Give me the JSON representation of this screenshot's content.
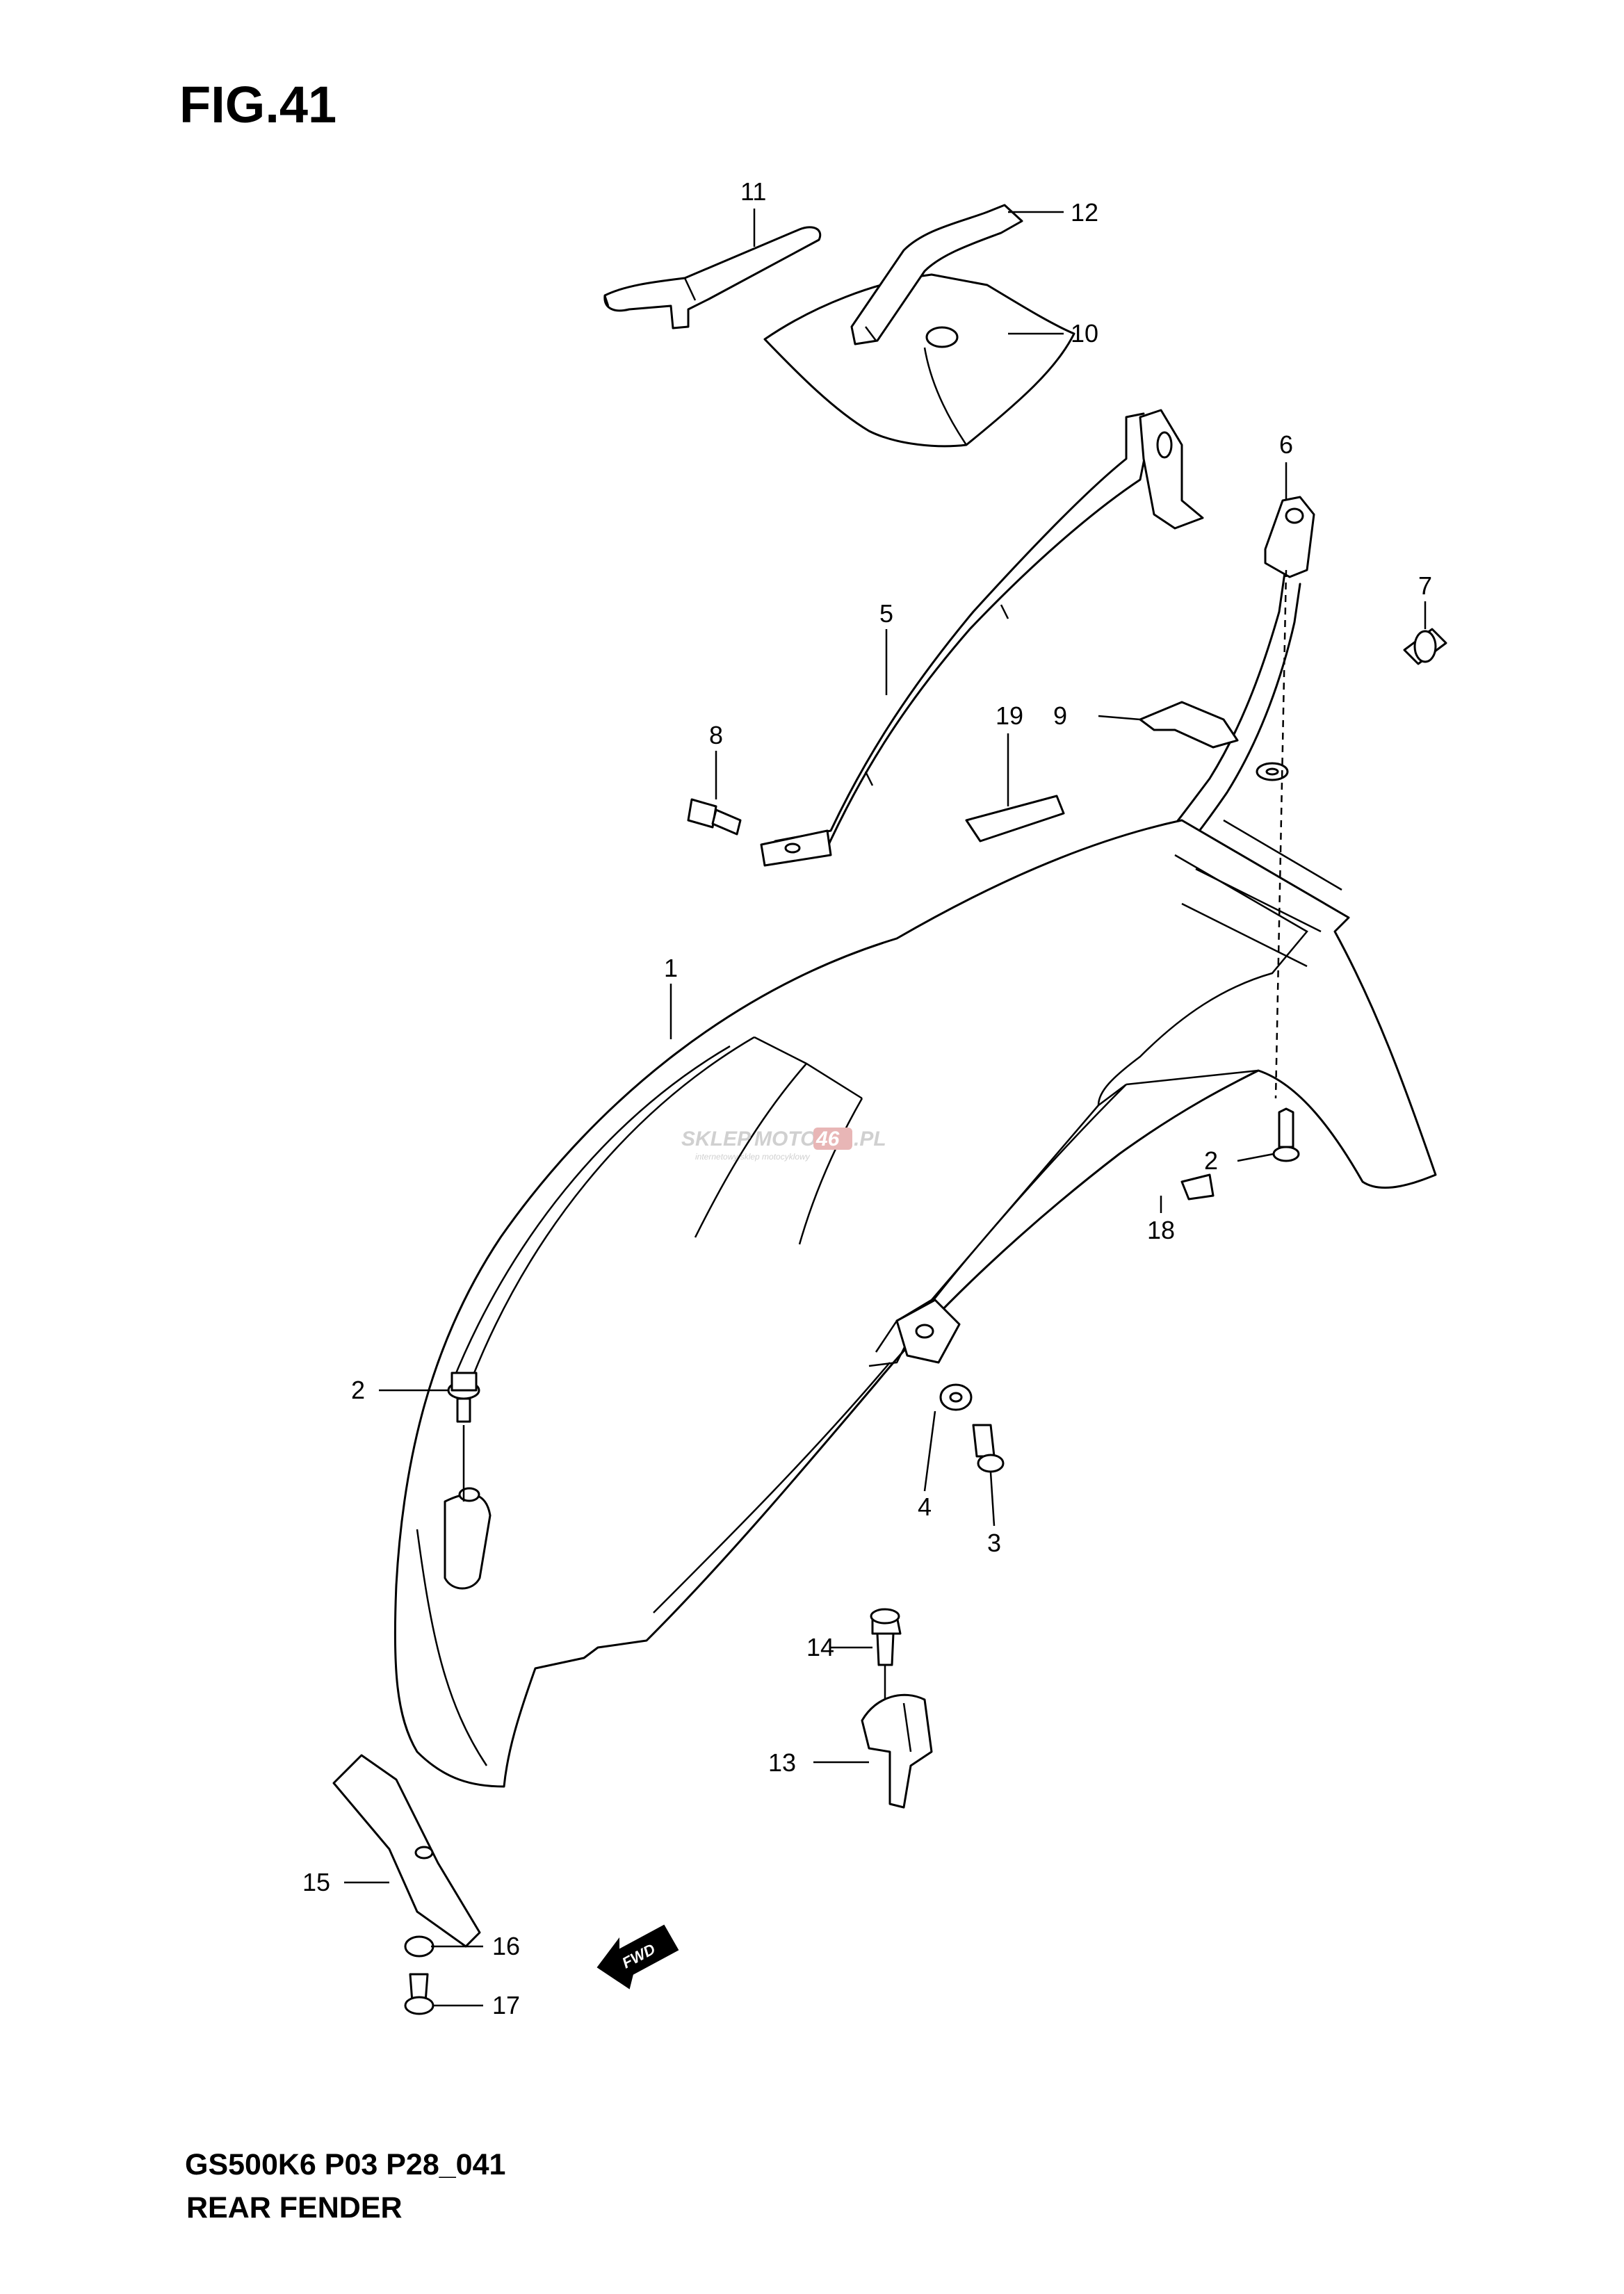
{
  "figure": {
    "title": "FIG.41",
    "model_code": "GS500K6 P03 P28_041",
    "section_name": "REAR FENDER"
  },
  "watermark": {
    "brand_part1": "SKLEP",
    "brand_part2": "MOTO",
    "brand_part3": "46",
    "brand_part4": ".PL",
    "tagline": "internetowy sklep motocyklowy"
  },
  "direction_marker": "FWD",
  "callouts": [
    {
      "id": "c1",
      "label": "1"
    },
    {
      "id": "c2a",
      "label": "2"
    },
    {
      "id": "c2b",
      "label": "2"
    },
    {
      "id": "c3",
      "label": "3"
    },
    {
      "id": "c4",
      "label": "4"
    },
    {
      "id": "c5",
      "label": "5"
    },
    {
      "id": "c6",
      "label": "6"
    },
    {
      "id": "c7",
      "label": "7"
    },
    {
      "id": "c8",
      "label": "8"
    },
    {
      "id": "c9",
      "label": "9"
    },
    {
      "id": "c10",
      "label": "10"
    },
    {
      "id": "c11",
      "label": "11"
    },
    {
      "id": "c12",
      "label": "12"
    },
    {
      "id": "c13",
      "label": "13"
    },
    {
      "id": "c14",
      "label": "14"
    },
    {
      "id": "c15",
      "label": "15"
    },
    {
      "id": "c16",
      "label": "16"
    },
    {
      "id": "c17",
      "label": "17"
    },
    {
      "id": "c18",
      "label": "18"
    },
    {
      "id": "c19",
      "label": "19"
    }
  ]
}
